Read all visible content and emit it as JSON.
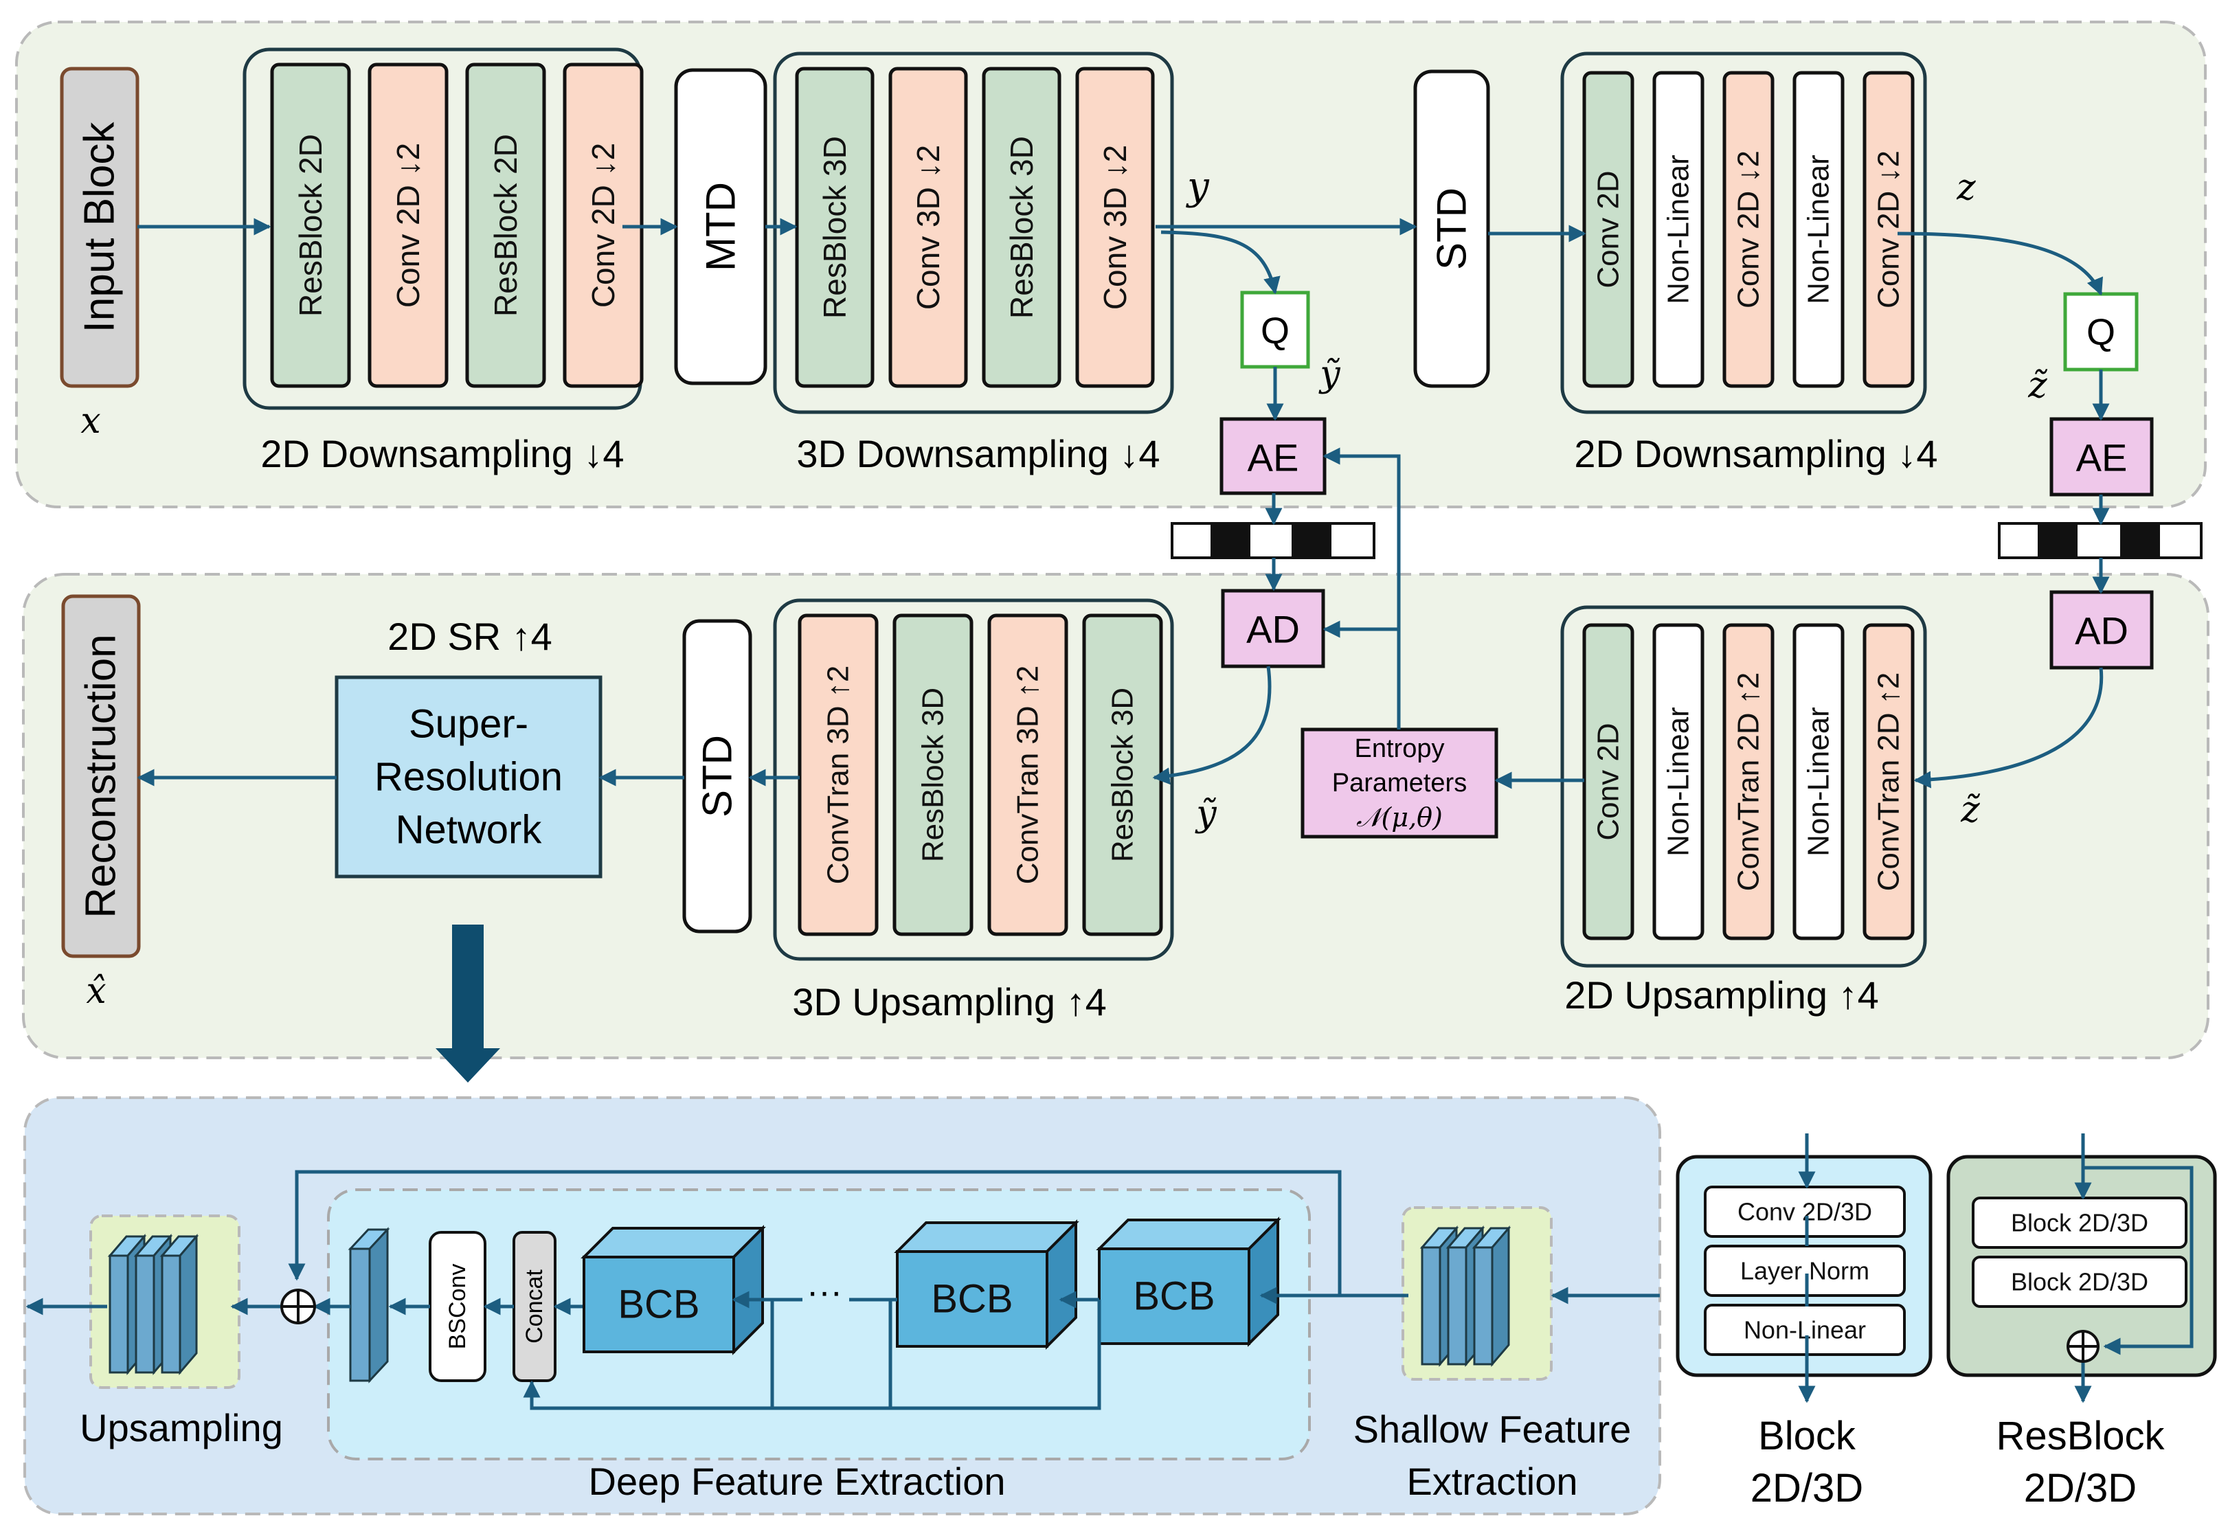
{
  "colors": {
    "green_block": "#c9dfcb",
    "peach_block": "#fbd9c8",
    "pink_block": "#efc8ea",
    "gray_block": "#d3d3d3",
    "blue_block": "#bde3f4",
    "line": "#1c5d80",
    "panel_green": "#eef3e8",
    "panel_blue": "#d6e6f5",
    "inner_blue": "#cdeefa",
    "cube": "#5cb5dd",
    "dark_arrow": "#0f4d6e"
  },
  "top": {
    "input_block": "Input Block",
    "x_label": "x",
    "down2d_a": {
      "blocks": [
        "ResBlock 2D",
        "Conv 2D ↓2",
        "ResBlock 2D",
        "Conv 2D ↓2"
      ],
      "caption": "2D Downsampling ↓4"
    },
    "mtd": "MTD",
    "down3d": {
      "blocks": [
        "ResBlock 3D",
        "Conv 3D ↓2",
        "ResBlock 3D",
        "Conv 3D ↓2"
      ],
      "caption": "3D Downsampling ↓4"
    },
    "y_label": "y",
    "q1": "Q",
    "y_tilde": "ỹ",
    "ae1": "AE",
    "std": "STD",
    "down2d_b": {
      "blocks": [
        "Conv 2D",
        "Non-Linear",
        "Conv 2D ↓2",
        "Non-Linear",
        "Conv 2D ↓2"
      ],
      "caption": "2D Downsampling ↓4"
    },
    "z_label": "z",
    "q2": "Q",
    "z_tilde": "z̃",
    "ae2": "AE"
  },
  "middle": {
    "reconstruction": "Reconstruction",
    "x_hat": "x̂",
    "sr_title": "2D SR ↑4",
    "sr_block": [
      "Super-",
      "Resolution",
      "Network"
    ],
    "std": "STD",
    "up3d": {
      "blocks": [
        "ConvTran 3D ↑2",
        "ResBlock 3D",
        "ConvTran 3D ↑2",
        "ResBlock 3D"
      ],
      "caption": "3D Upsampling ↑4"
    },
    "ad1": "AD",
    "y_tilde2": "ỹ",
    "entropy": [
      "Entropy",
      "Parameters",
      "𝒩(μ,θ)"
    ],
    "up2d": {
      "blocks": [
        "Conv 2D",
        "Non-Linear",
        "ConvTran 2D ↑2",
        "Non-Linear",
        "ConvTran 2D ↑2"
      ],
      "caption": "2D Upsampling ↑4"
    },
    "ad2": "AD",
    "z_tilde2": "z̃"
  },
  "bottom": {
    "upsampling": "Upsampling",
    "plus": "⊕",
    "bsconv": "BSConv",
    "concat": "Concat",
    "bcb": [
      "BCB",
      "BCB",
      "BCB"
    ],
    "dots": "···",
    "deep_caption": "Deep Feature Extraction",
    "shallow_caption": [
      "Shallow Feature",
      "Extraction"
    ]
  },
  "legend": {
    "block_items": [
      "Conv 2D/3D",
      "Layer Norm",
      "Non-Linear"
    ],
    "block_caption": [
      "Block",
      "2D/3D"
    ],
    "resblock_items": [
      "Block 2D/3D",
      "Block 2D/3D"
    ],
    "resblock_caption": [
      "ResBlock",
      "2D/3D"
    ]
  }
}
